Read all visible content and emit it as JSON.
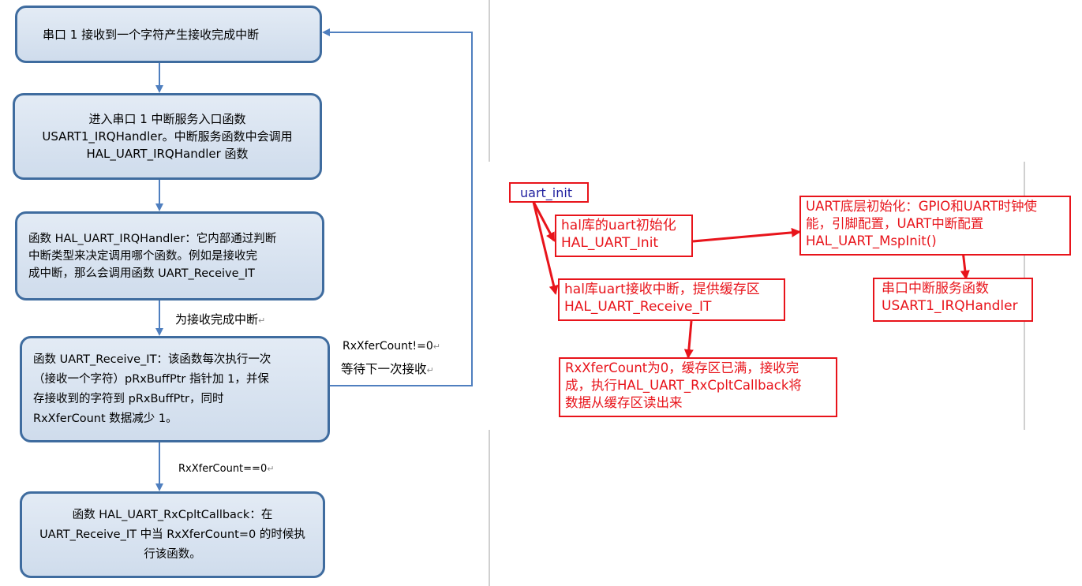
{
  "flowchart": {
    "box1": {
      "lines": [
        "串口 1 接收到一个字符产生接收完成中断"
      ]
    },
    "box2": {
      "lines": [
        "进入串口 1 中断服务入口函数",
        "USART1_IRQHandler。中断服务函数中会调用",
        "HAL_UART_IRQHandler 函数"
      ]
    },
    "box3": {
      "lines": [
        "函数 HAL_UART_IRQHandler：它内部通过判断",
        "中断类型来决定调用哪个函数。例如是接收完",
        "成中断，那么会调用函数   UART_Receive_IT"
      ]
    },
    "box4": {
      "lines": [
        "函数 UART_Receive_IT：该函数每次执行一次",
        "（接收一个字符）pRxBuffPtr 指针加 1，并保",
        "存接收到的字符到 pRxBuffPtr，同时",
        "RxXferCount 数据减少 1。"
      ]
    },
    "box5": {
      "lines": [
        "函数 HAL_UART_RxCpltCallback：在",
        "UART_Receive_IT 中当 RxXferCount=0 的时候执",
        "行该函数。"
      ]
    },
    "label_receive_complete": "为接收完成中断",
    "label_count_not_zero": "RxXferCount!=0",
    "label_wait_next": "等待下一次接收",
    "label_count_zero": "RxXferCount==0",
    "paragraph_mark": "↵"
  },
  "annotation": {
    "uart_init": "uart_init",
    "hal_init": [
      "hal库的uart初始化",
      "HAL_UART_Init"
    ],
    "hal_receive": [
      "hal库uart接收中断，提供缓存区",
      "HAL_UART_Receive_IT"
    ],
    "callback": [
      "RxXferCount为0，缓存区已满，接收完",
      "成，执行HAL_UART_RxCpltCallback将",
      "数据从缓存区读出来"
    ],
    "msp_init": [
      "UART底层初始化：GPIO和UART时钟使",
      "能，引脚配置，UART中断配置",
      "HAL_UART_MspInit()"
    ],
    "irq_handler": [
      "串口中断服务函数",
      "USART1_IRQHandler"
    ]
  },
  "colors": {
    "flow_border": "#3f6c9f",
    "flow_fill": "#dce6f2",
    "annotation_red": "#e8141b"
  }
}
